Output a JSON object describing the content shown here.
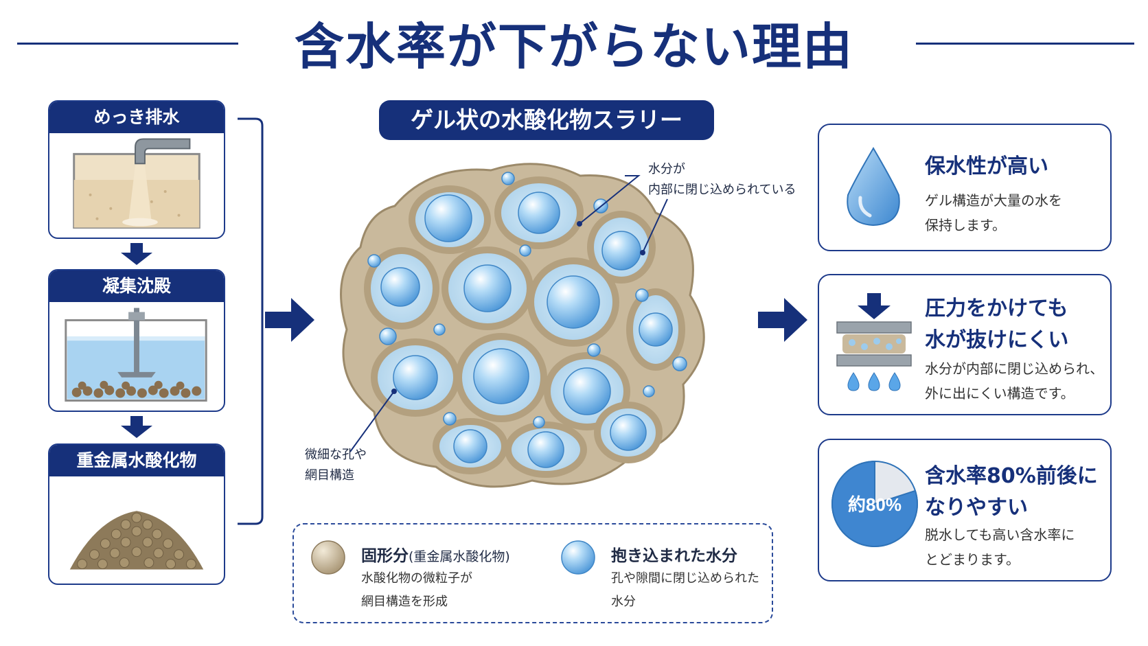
{
  "title": "含水率が下がらない理由",
  "process": {
    "steps": [
      {
        "label": "めっき排水"
      },
      {
        "label": "凝集沈殿"
      },
      {
        "label": "重金属水酸化物"
      }
    ]
  },
  "center": {
    "title": "ゲル状の水酸化物スラリー",
    "callout_water": [
      "水分が",
      "内部に閉じ込められている"
    ],
    "callout_pores": [
      "微細な孔や",
      "網目構造"
    ]
  },
  "legend": {
    "solid_title": "固形分",
    "solid_subtitle": "(重金属水酸化物)",
    "solid_desc": [
      "水酸化物の微粒子が",
      "網目構造を形成"
    ],
    "water_title": "抱き込まれた水分",
    "water_desc": [
      "孔や隙間に閉じ込められた",
      "水分"
    ]
  },
  "cards": [
    {
      "title": [
        "保水性が高い"
      ],
      "desc": [
        "ゲル構造が大量の水を",
        "保持します。"
      ],
      "icon": "water-drop-icon"
    },
    {
      "title": [
        "圧力をかけても",
        "水が抜けにくい"
      ],
      "desc": [
        "水分が内部に閉じ込められ、",
        "外に出にくい構造です。"
      ],
      "icon": "press-icon"
    },
    {
      "title": [
        "含水率80%前後に",
        "なりやすい"
      ],
      "desc": [
        "脱水しても高い含水率に",
        "とどまります。"
      ],
      "icon": "pie-icon",
      "pie_label": "約80%",
      "pie_fraction": 0.8
    }
  ],
  "colors": {
    "navy": "#16307a",
    "water": "#5aa6e8",
    "sludge": "#b9a58a"
  }
}
